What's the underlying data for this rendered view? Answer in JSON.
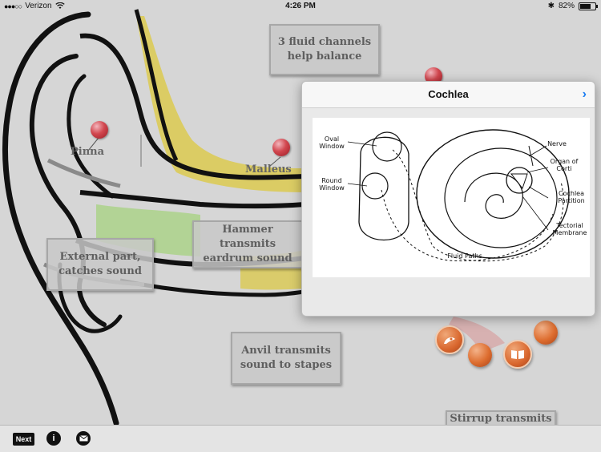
{
  "status_bar": {
    "carrier": "Verizon",
    "time": "4:26 PM",
    "battery": "82%",
    "battery_level": 0.82
  },
  "labels": {
    "fluid_channels": "3 fluid channels help balance",
    "pinna": "Pinna",
    "malleus": "Malleus",
    "external": "External part, catches sound",
    "hammer": "Hammer transmits eardrum sound",
    "anvil": "Anvil transmits sound to stapes",
    "stirrup": "Stirrup transmits"
  },
  "popover": {
    "title": "Cochlea",
    "diagram_labels": {
      "oval_window": "Oval Window",
      "round_window": "Round Window",
      "nerve": "Nerve",
      "organ_of_corti": "Organ of Corti",
      "cochlea_partition": "Cochlea Partition",
      "tectorial_membrane": "Tectorial Membrane",
      "fluid_paths": "Fluid Paths"
    }
  },
  "toolbar": {
    "next_label": "Next",
    "info_icon": "info-icon",
    "mail_icon": "mail-icon"
  },
  "colors": {
    "accent_blue": "#1a7cf2",
    "pin_red": "#c9363f",
    "ball_orange": "#dd6d2f",
    "canal_yellow": "#d9c43a",
    "canal_green": "#9fcf7a"
  }
}
